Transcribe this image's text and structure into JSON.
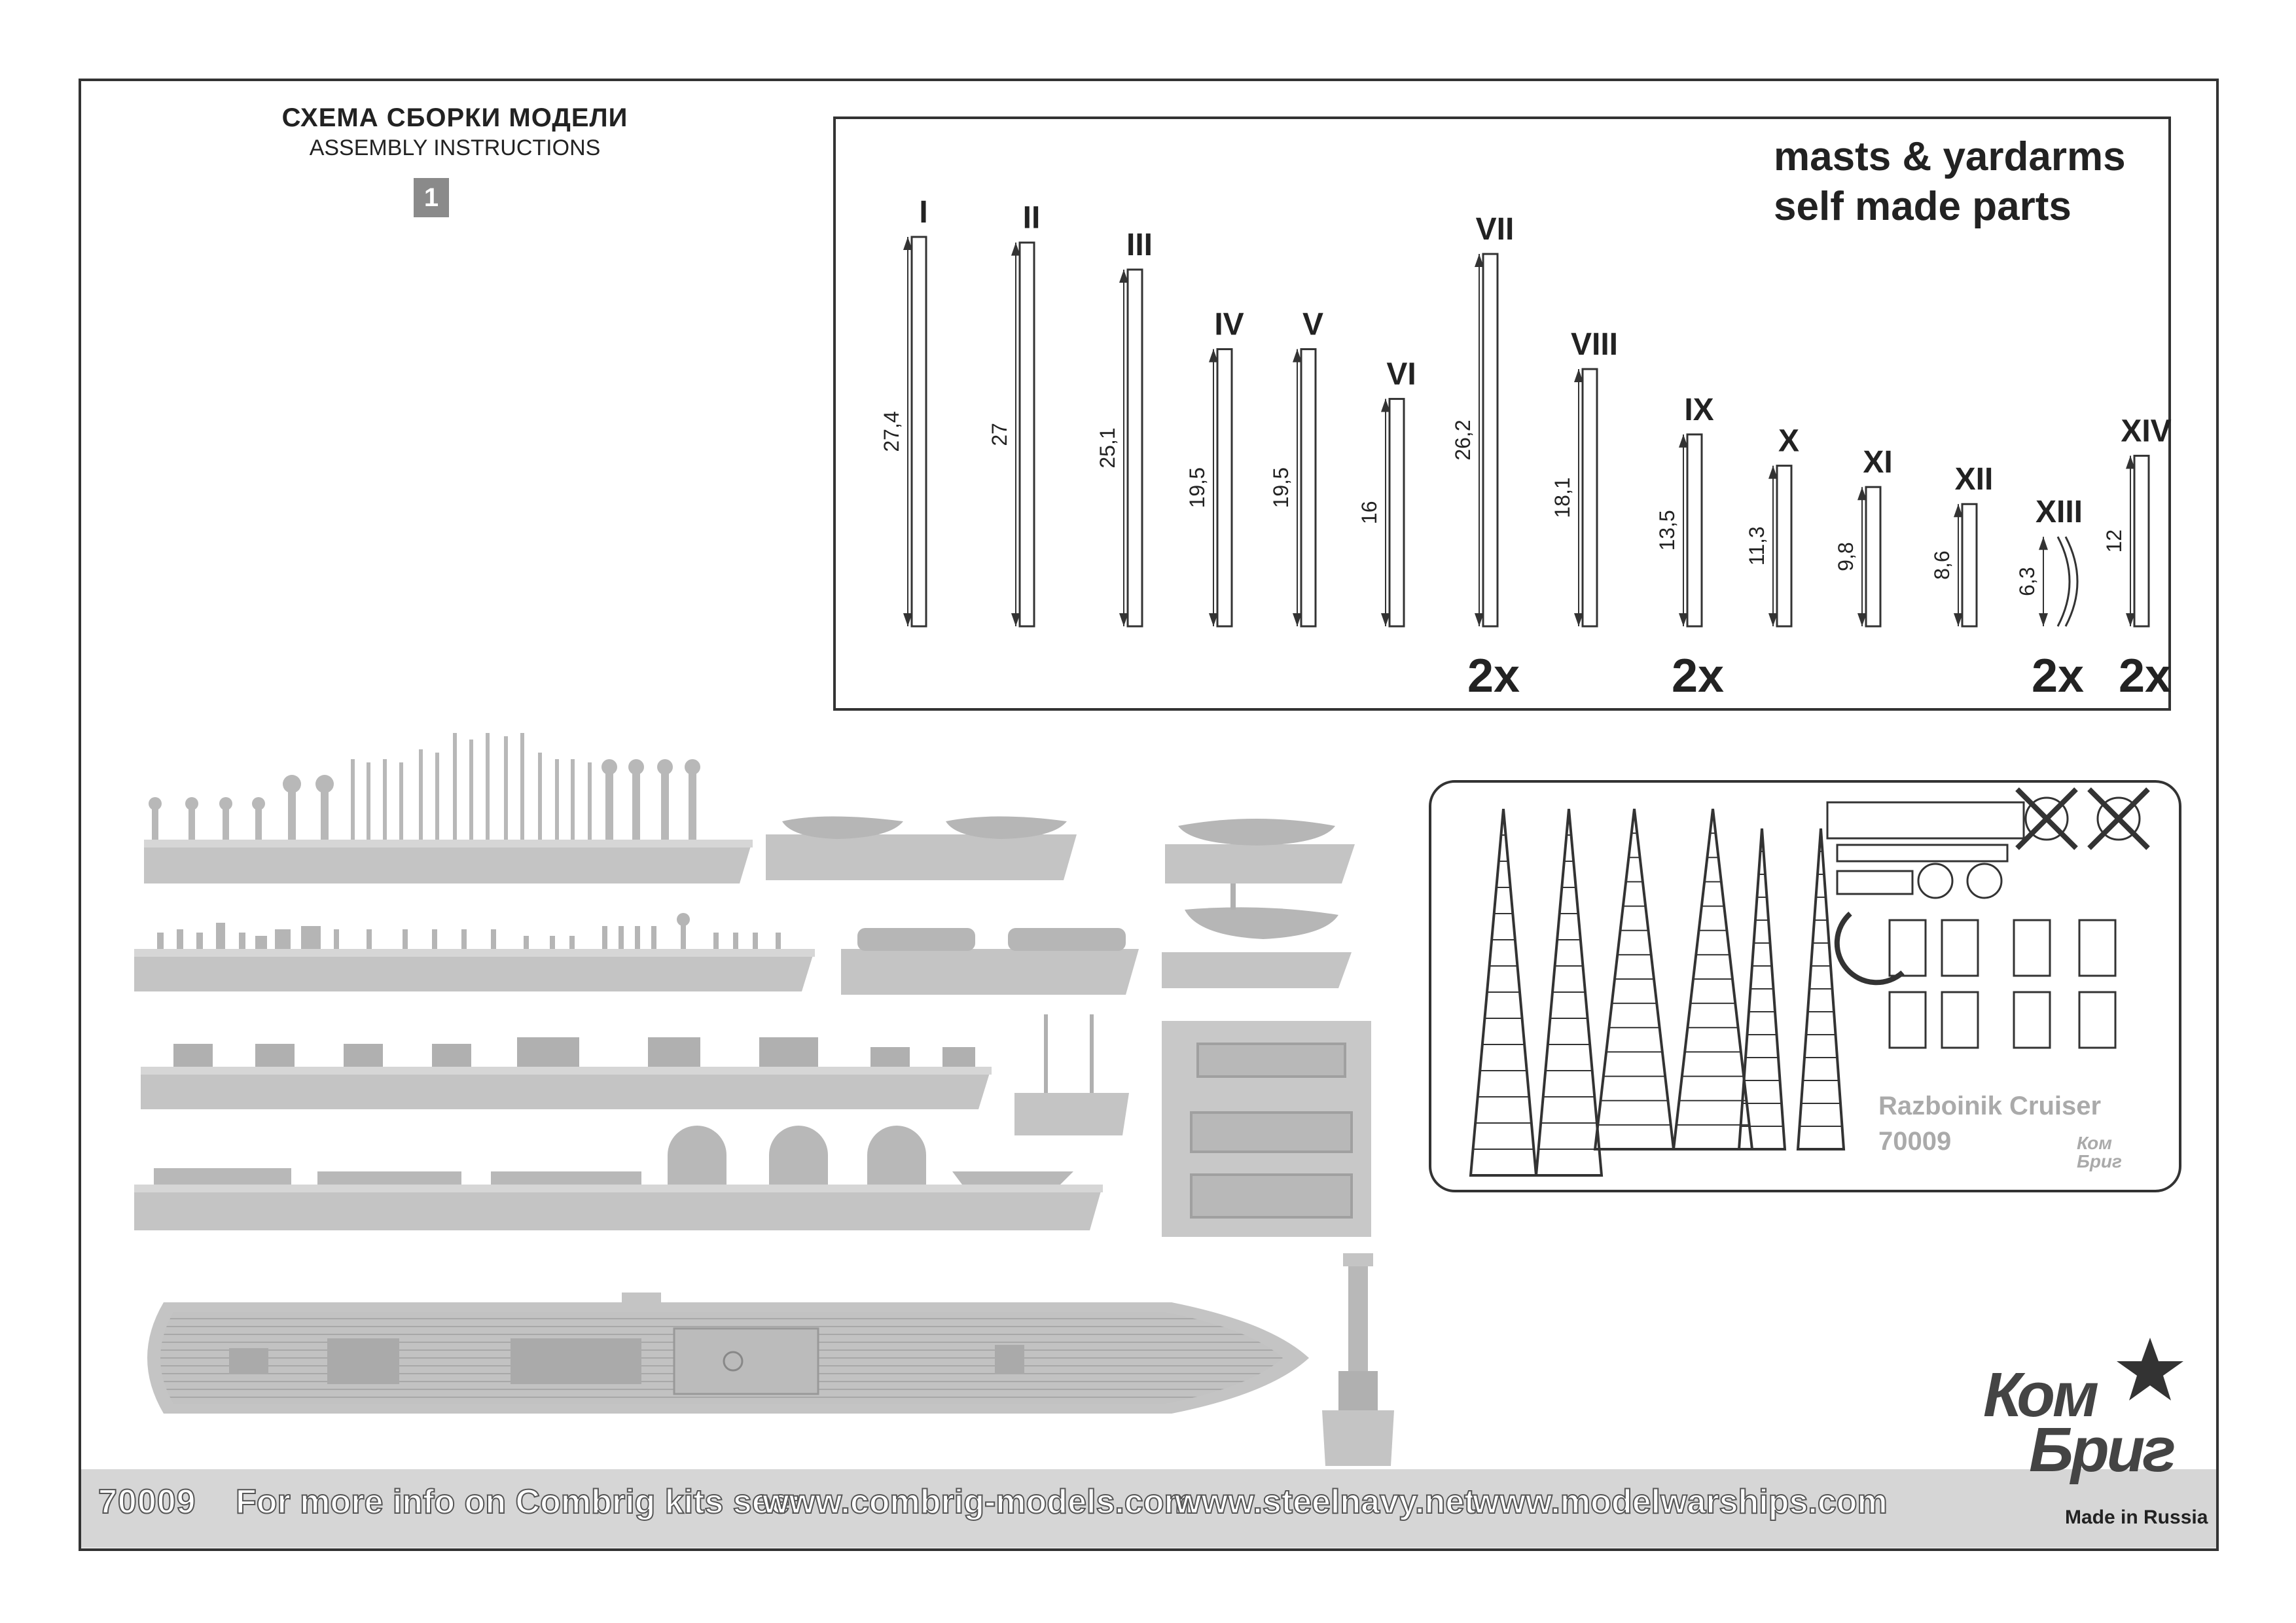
{
  "header": {
    "title_ru": "СХЕМА СБОРКИ МОДЕЛИ",
    "title_en": "ASSEMBLY INSTRUCTIONS",
    "step": "1"
  },
  "masts": {
    "title_line1": "masts & yardarms",
    "title_line2": "self made parts",
    "parts": [
      {
        "id": "I",
        "length": "27,4",
        "qty": ""
      },
      {
        "id": "II",
        "length": "27",
        "qty": ""
      },
      {
        "id": "III",
        "length": "25,1",
        "qty": ""
      },
      {
        "id": "IV",
        "length": "19,5",
        "qty": ""
      },
      {
        "id": "V",
        "length": "19,5",
        "qty": ""
      },
      {
        "id": "VI",
        "length": "16",
        "qty": ""
      },
      {
        "id": "VII",
        "length": "26,2",
        "qty": "2x"
      },
      {
        "id": "VIII",
        "length": "18,1",
        "qty": ""
      },
      {
        "id": "IX",
        "length": "13,5",
        "qty": "2x"
      },
      {
        "id": "X",
        "length": "11,3",
        "qty": ""
      },
      {
        "id": "XI",
        "length": "9,8",
        "qty": ""
      },
      {
        "id": "XII",
        "length": "8,6",
        "qty": ""
      },
      {
        "id": "XIII",
        "length": "6,3",
        "qty": "2x"
      },
      {
        "id": "XIV",
        "length": "12",
        "qty": "2x"
      }
    ]
  },
  "photoetch": {
    "name": "Razboinik Cruiser",
    "code": "70009",
    "logo_line1": "Ком",
    "logo_line2": "Бриг"
  },
  "footer": {
    "kit_code": "70009",
    "info": "For more info on Combrig kits see:",
    "url1": "www.combrig-models.com",
    "url2": "www.steelnavy.net",
    "url3": "www.modelwarships.com"
  },
  "brand": {
    "line1": "Ком",
    "line2": "Бриг",
    "made_in": "Made in Russia"
  }
}
